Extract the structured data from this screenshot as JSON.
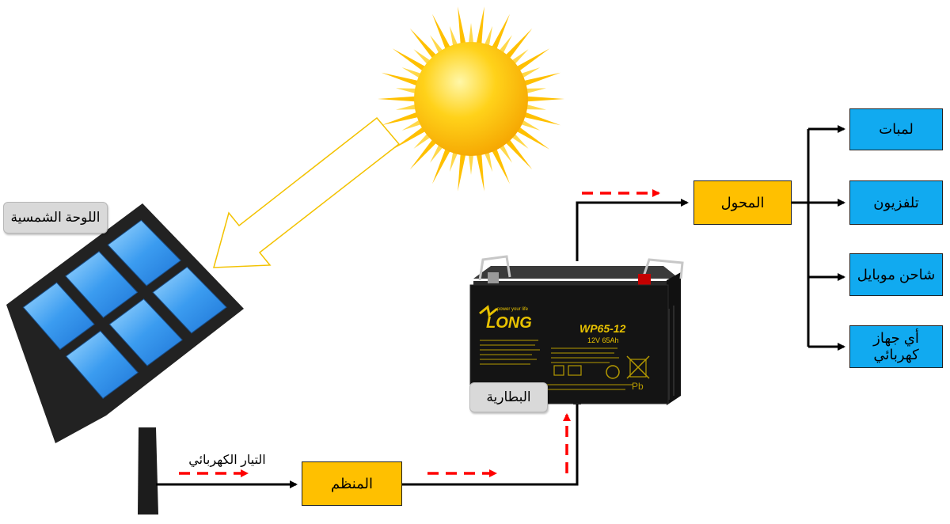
{
  "labels": {
    "solar_panel": "اللوحة الشمسية",
    "current": "التيار الكهربائي",
    "regulator": "المنظم",
    "battery": "البطارية",
    "inverter": "المحول"
  },
  "outputs": [
    {
      "label": "لمبات"
    },
    {
      "label": "تلفزيون"
    },
    {
      "label": "شاحن موبايل"
    },
    {
      "label": "أي جهاز كهربائي"
    }
  ],
  "battery": {
    "brand": "LONG",
    "tagline": "power your life",
    "model": "WP65-12",
    "spec": "12V 65Ah",
    "pb": "Pb"
  },
  "colors": {
    "sun": "#ffc000",
    "panel_cell": "#2f8fea",
    "box_orange": "#ffc000",
    "box_blue": "#11aaf0",
    "flow_dash": "#ff0000"
  },
  "icons": [
    "sun-icon",
    "solar-panel-icon",
    "battery-icon"
  ]
}
